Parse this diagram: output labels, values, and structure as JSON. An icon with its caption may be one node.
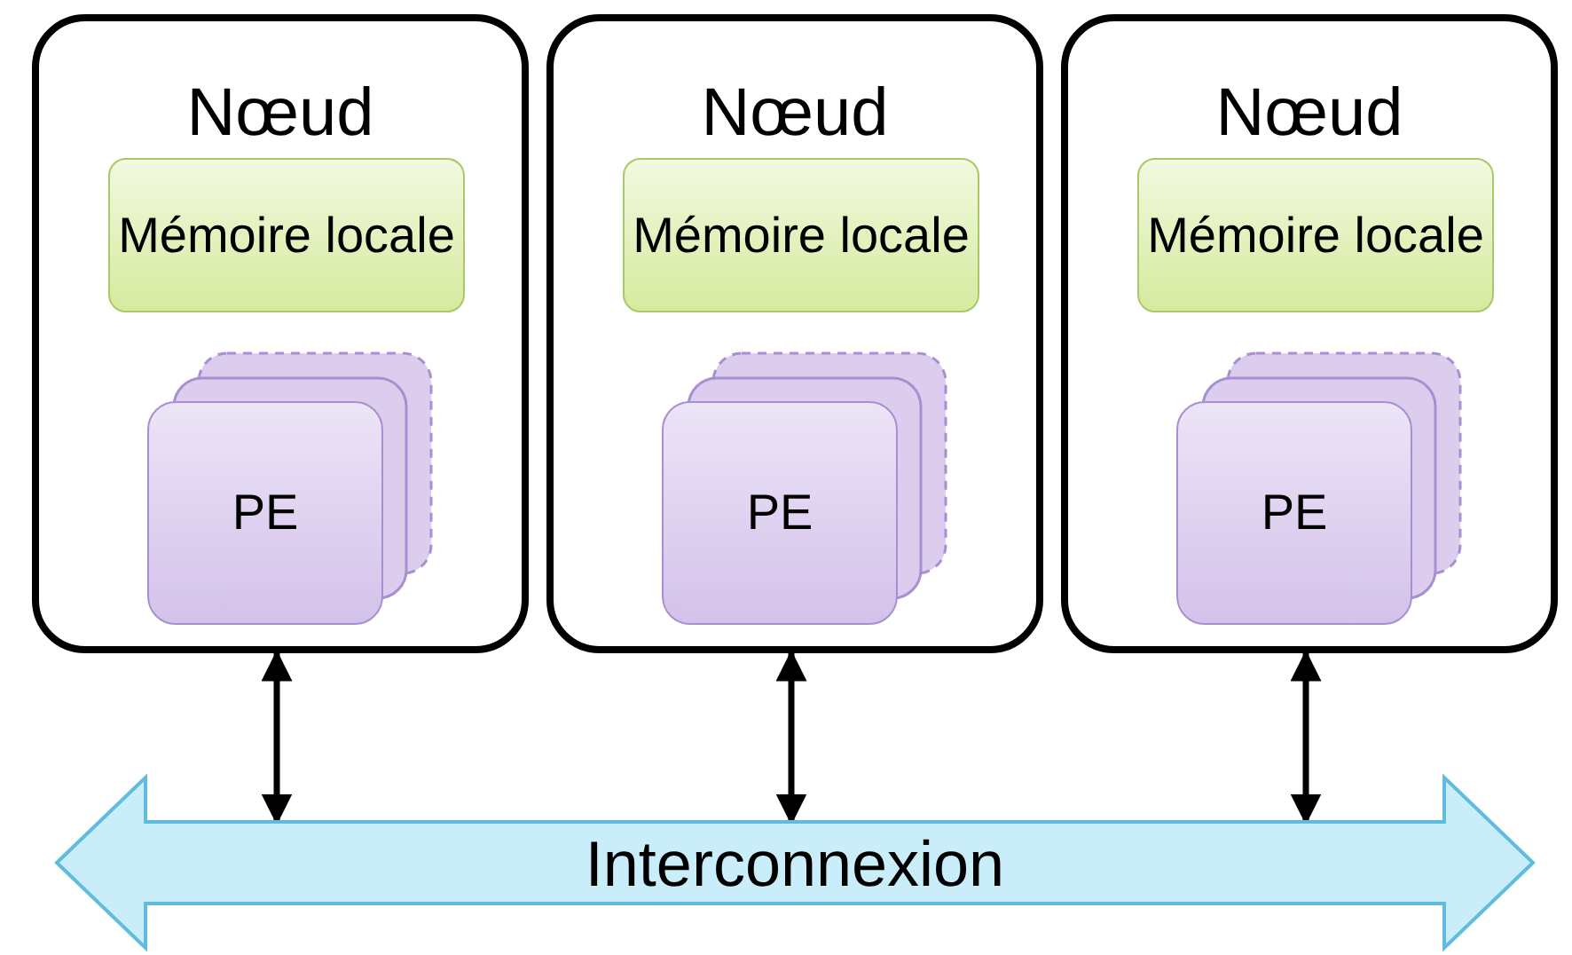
{
  "diagram": {
    "nodes": [
      {
        "text": [
          "Nœud"
        ]
      },
      {
        "text": [
          "Mémoire locale"
        ],
        "in": 0
      },
      {
        "text": [
          "PE"
        ],
        "in": 0
      },
      {
        "text": [
          "Nœud"
        ]
      },
      {
        "text": [
          "Mémoire locale"
        ],
        "in": 3
      },
      {
        "text": [
          "PE"
        ],
        "in": 3
      },
      {
        "text": [
          "Nœud"
        ]
      },
      {
        "text": [
          "Mémoire locale"
        ],
        "in": 6
      },
      {
        "text": [
          "PE"
        ],
        "in": 6
      },
      {
        "text": [
          "Interconnexion"
        ]
      }
    ],
    "edges": [
      {
        "from": 0,
        "to": 9,
        "arrow": "both"
      },
      {
        "from": 3,
        "to": 9,
        "arrow": "both"
      },
      {
        "from": 6,
        "to": 9,
        "arrow": "both"
      }
    ]
  }
}
